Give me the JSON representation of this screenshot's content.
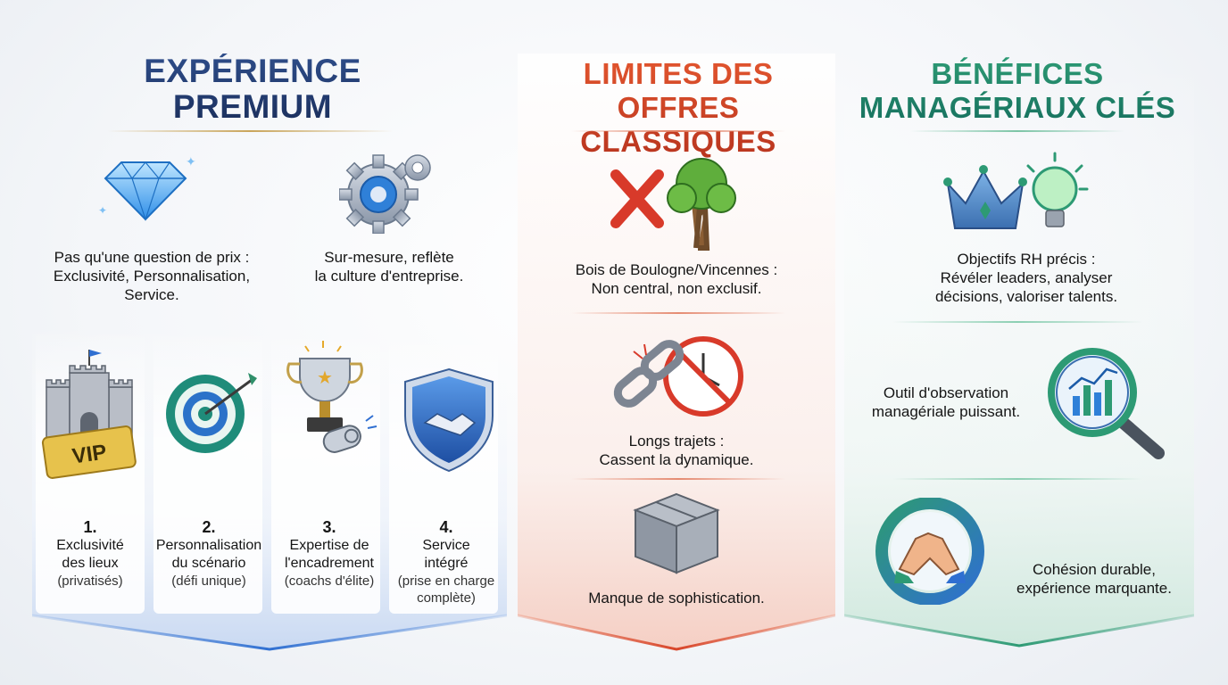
{
  "columns": {
    "premium": {
      "title_line1": "EXPÉRIENCE",
      "title_line2": "PREMIUM",
      "accent": "#1f3a70",
      "top_items": [
        {
          "icon": "diamond-icon",
          "line1": "Pas qu'une question de prix :",
          "line2": "Exclusivité, Personnalisation,",
          "line3": "Service."
        },
        {
          "icon": "gears-icon",
          "line1": "Sur-mesure, reflète",
          "line2": "la culture d'entreprise."
        }
      ],
      "pillars": [
        {
          "icon": "castle-vip-icon",
          "number": "1.",
          "title_line1": "Exclusivité",
          "title_line2": "des lieux",
          "detail_line1": "(privatisés)",
          "detail_line2": ""
        },
        {
          "icon": "target-arrow-icon",
          "number": "2.",
          "title_line1": "Personnalisation",
          "title_line2": "du scénario",
          "detail_line1": "(défi unique)",
          "detail_line2": ""
        },
        {
          "icon": "trophy-whistle-icon",
          "number": "3.",
          "title_line1": "Expertise de",
          "title_line2": "l'encadrement",
          "detail_line1": "(coachs d'élite)",
          "detail_line2": ""
        },
        {
          "icon": "shield-handshake-icon",
          "number": "4.",
          "title_line1": "Service",
          "title_line2": "intégré",
          "detail_line1": "(prise en charge",
          "detail_line2": "complète)"
        }
      ]
    },
    "limits": {
      "title_line1": "LIMITES DES",
      "title_line2": "OFFRES CLASSIQUES",
      "accent": "#d0442a",
      "items": [
        {
          "icon": "cross-tree-icon",
          "line1": "Bois de Boulogne/Vincennes :",
          "line2": "Non central, non exclusif."
        },
        {
          "icon": "broken-chain-clock-icon",
          "line1": "Longs trajets :",
          "line2": "Cassent la dynamique."
        },
        {
          "icon": "plain-box-icon",
          "line1": "Manque de sophistication.",
          "line2": ""
        }
      ]
    },
    "benefits": {
      "title_line1": "BÉNÉFICES",
      "title_line2": "MANAGÉRIAUX CLÉS",
      "accent": "#1f8a6c",
      "items": [
        {
          "icon": "crown-lightbulb-icon",
          "line1": "Objectifs RH précis :",
          "line2": "Révéler leaders, analyser",
          "line3": "décisions, valoriser talents."
        },
        {
          "icon": "magnifier-chart-icon",
          "line1": "Outil d'observation",
          "line2": "managériale puissant."
        },
        {
          "icon": "handshake-circle-icon",
          "line1": "Cohésion durable,",
          "line2": "expérience marquante."
        }
      ]
    }
  }
}
